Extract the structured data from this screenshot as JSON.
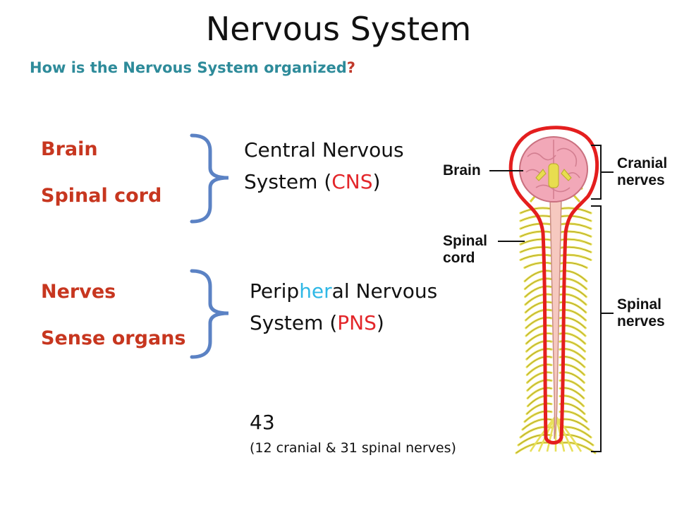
{
  "title": "Nervous System",
  "subtitle": {
    "text": "How is the Nervous System organized",
    "qmark": "?"
  },
  "cns": {
    "terms": [
      "Brain",
      "Spinal cord"
    ],
    "line1": "Central Nervous",
    "line2_pre": "System (",
    "line2_abbr": "CNS",
    "line2_post": ")"
  },
  "pns": {
    "terms": [
      "Nerves",
      "Sense organs"
    ],
    "line1_a": "Perip",
    "line1_b": "her",
    "line1_c": "al Nervous",
    "line2_pre": "System (",
    "line2_abbr": "PNS",
    "line2_post": ")"
  },
  "count": "43",
  "count_note": "(12 cranial & 31 spinal nerves)",
  "figure": {
    "label_brain": "Brain",
    "label_spinal_cord": [
      "Spinal",
      "cord"
    ],
    "label_cranial_nerves": [
      "Cranial",
      "nerves"
    ],
    "label_spinal_nerves": [
      "Spinal",
      "nerves"
    ]
  },
  "colors": {
    "term_red": "#c7361f",
    "abbr_red": "#e3262a",
    "subtitle_teal": "#2e8b9a",
    "brace_blue": "#5b82c4",
    "nerve_yellow": "#e8e05a",
    "brain_pink": "#f2a8b8",
    "outline_red": "#e41e1e"
  }
}
